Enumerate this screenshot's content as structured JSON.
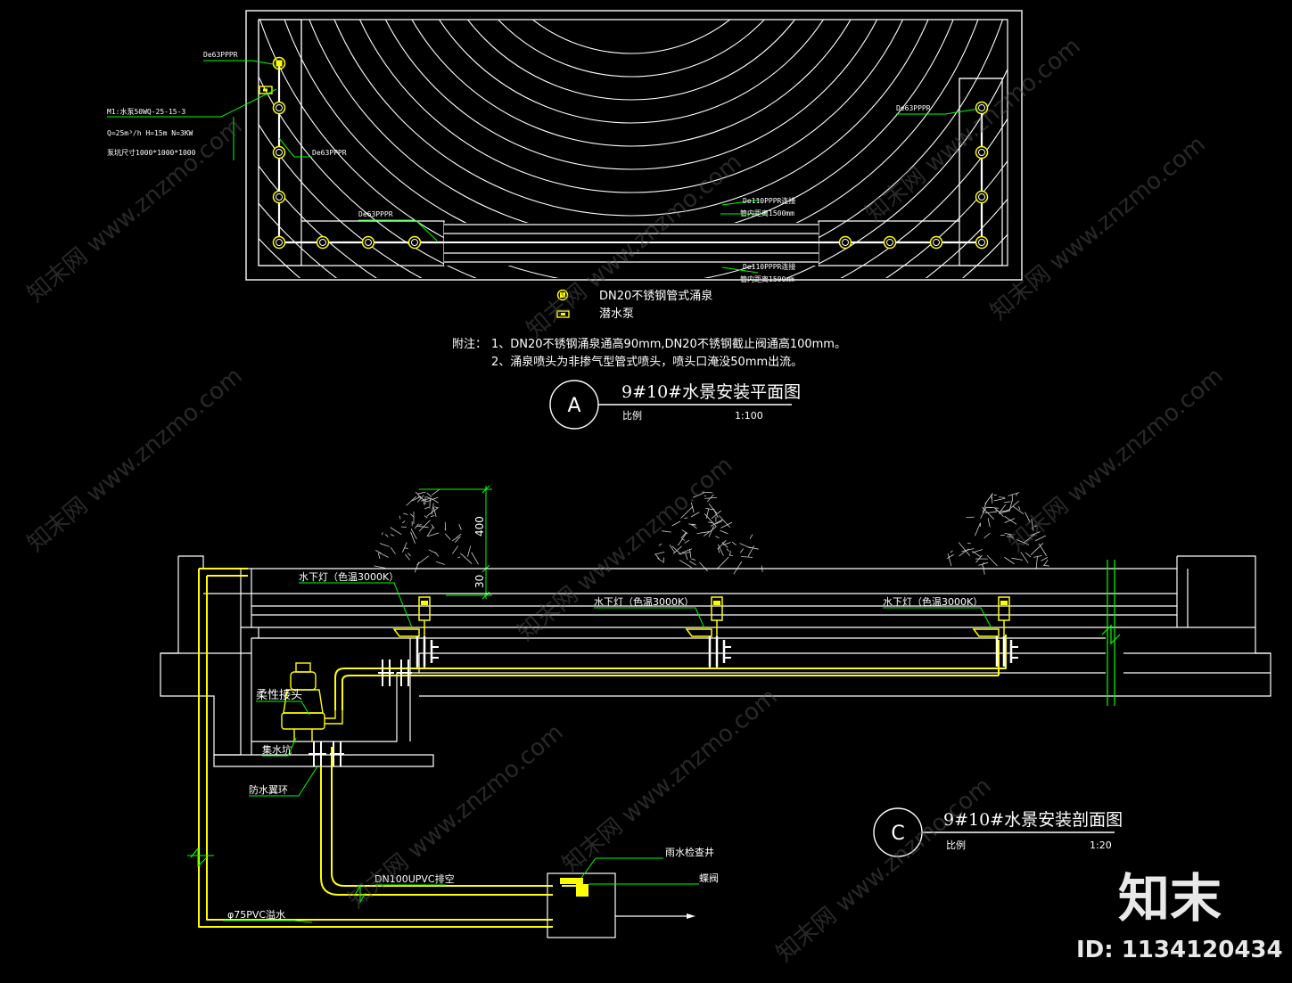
{
  "plan": {
    "callouts": {
      "de63_top": "De63PPPR",
      "pump_spec_1": "M1:水泵50WQ-25-15-3",
      "pump_spec_2": "Q=25m³/h H=15m N=3KW",
      "pump_spec_3": "泵坑尺寸1000*1000*1000",
      "de63_mid": "De63PPPR",
      "de63_low": "De63PPPR",
      "de63_right": "De63PPPR",
      "pipe_note_1a": "De110PPPR连接",
      "pipe_note_1b": "管内距离1500mm",
      "pipe_note_2a": "De110PPPR连接",
      "pipe_note_2b": "管内距离1500mm"
    },
    "legend": [
      {
        "symbol": "fountain-nozzle",
        "label": "DN20不锈钢管式涌泉"
      },
      {
        "symbol": "submersible-pump",
        "label": "潜水泵"
      }
    ],
    "notes": {
      "prefix": "附注：",
      "line1": "1、DN20不锈钢涌泉通高90mm,DN20不锈钢截止阀通高100mm。",
      "line2": "2、涌泉喷头为非掺气型管式喷头，喷头口淹没50mm出流。"
    },
    "title_block": {
      "circle_letter": "A",
      "title": "9#10#水景安装平面图",
      "scale_label": "比例",
      "scale": "1:100"
    }
  },
  "section": {
    "dimensions": {
      "height": "400",
      "depth": "30"
    },
    "labels": {
      "light_1": "水下灯（色温3000K）",
      "light_2": "水下灯（色温3000K）",
      "light_3": "水下灯（色温3000K）",
      "flex_joint": "柔性接头",
      "sump": "集水坑",
      "waterproof_ring": "防水翼环",
      "drain_pipe": "DN100UPVC排空",
      "overflow_pipe": "φ75PVC溢水",
      "inspection_well": "雨水检查井",
      "valve": "蝶阀"
    },
    "title_block": {
      "circle_letter": "C",
      "title": "9#10#水景安装剖面图",
      "scale_label": "比例",
      "scale": "1:20"
    }
  },
  "brand": {
    "logo_text": "知末",
    "id_text": "ID: 1134120434",
    "watermark": "知末网 www.znzmo.com"
  },
  "colors": {
    "line": "#ffffff",
    "pipe": "#ffff00",
    "leader": "#00ff00",
    "background": "#000000"
  }
}
